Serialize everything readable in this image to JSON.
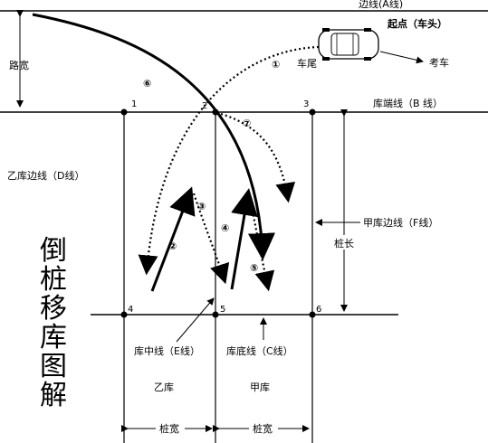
{
  "labels": {
    "top_edge": "边线(A线)",
    "start_point": "起点（车头）",
    "car_tail": "车尾",
    "exam_car": "考车",
    "road_width": "路宽",
    "end_line": "库端线（B 线）",
    "b_side_line": "乙库边线（D线）",
    "a_side_line": "甲库边线（F线）",
    "stake_length": "桩长",
    "middle_line": "库中线（E线）",
    "bottom_line": "库底线（C线）",
    "yi_ku": "乙库",
    "jia_ku": "甲库",
    "stake_width_1": "桩宽",
    "stake_width_2": "桩宽"
  },
  "title_vertical": [
    "倒",
    "桩",
    "移",
    "库",
    "图",
    "解"
  ],
  "points": [
    "1",
    "2",
    "3",
    "4",
    "5",
    "6"
  ],
  "steps": [
    "①",
    "②",
    "③",
    "④",
    "⑤",
    "⑥",
    "⑦"
  ]
}
